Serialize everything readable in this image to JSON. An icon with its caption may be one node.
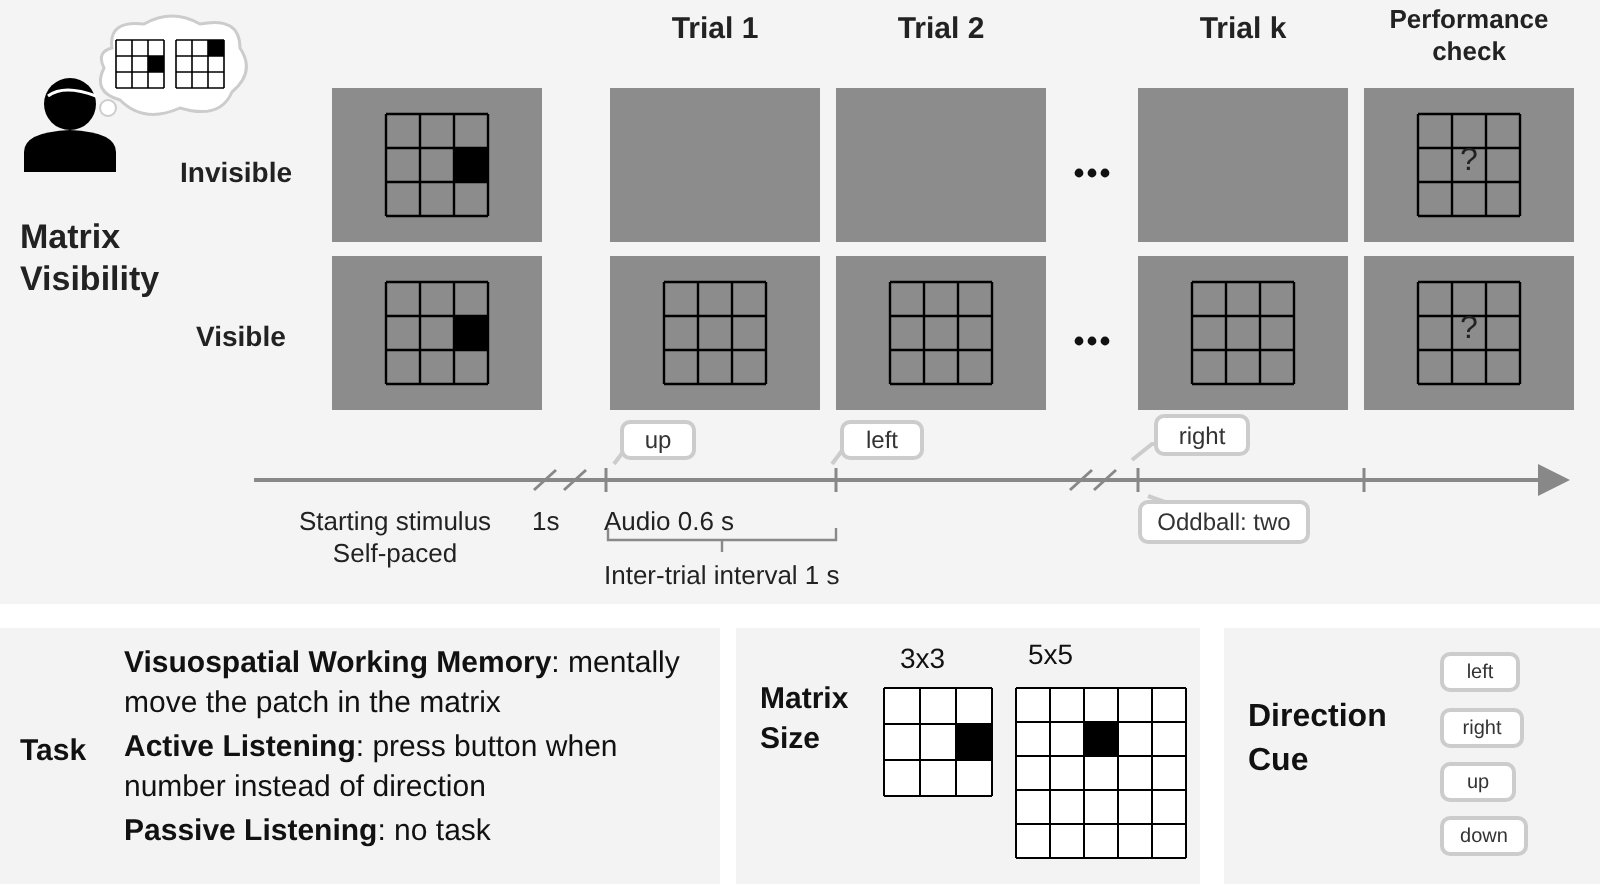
{
  "diagram": {
    "nodes": [
      {
        "text": [
          "up"
        ]
      },
      {
        "text": [
          "left"
        ]
      },
      {
        "text": [
          "right"
        ]
      },
      {
        "text": [
          "Oddball: two"
        ]
      },
      {
        "text": [
          "Task",
          "**Visuospatial Working Memory**: mentally move the patch in the matrix",
          "**Active Listening**: press button when number instead of direction",
          "**Passive Listening**: no task"
        ]
      },
      {
        "text": [
          "Matrix Size",
          "3x3",
          "5x5"
        ]
      },
      {
        "text": [
          "Direction Cue"
        ]
      },
      {
        "text": [
          "left"
        ],
        "in": 6
      },
      {
        "text": [
          "right"
        ],
        "in": 6
      },
      {
        "text": [
          "up"
        ],
        "in": 6
      },
      {
        "text": [
          "down"
        ],
        "in": 6
      },
      {
        "text": [
          "?"
        ]
      },
      {
        "text": [
          "?"
        ]
      },
      {
        "text": [],
        "shape": "box"
      },
      {
        "text": [],
        "shape": "box"
      },
      {
        "text": [],
        "shape": "box"
      },
      {
        "text": [],
        "shape": "box"
      },
      {
        "text": [],
        "shape": "box"
      },
      {
        "text": [],
        "shape": "box"
      },
      {
        "text": [],
        "shape": "box"
      },
      {
        "text": [],
        "shape": "box"
      }
    ],
    "labels": [
      "Trial 1",
      "Trial 2",
      "Trial k",
      "Performance check",
      "Invisible",
      "Matrix Visibility",
      "Visible",
      "Starting stimulus Self-paced",
      "1s",
      "Audio 0.6 s",
      "Inter-trial interval 1 s"
    ]
  }
}
